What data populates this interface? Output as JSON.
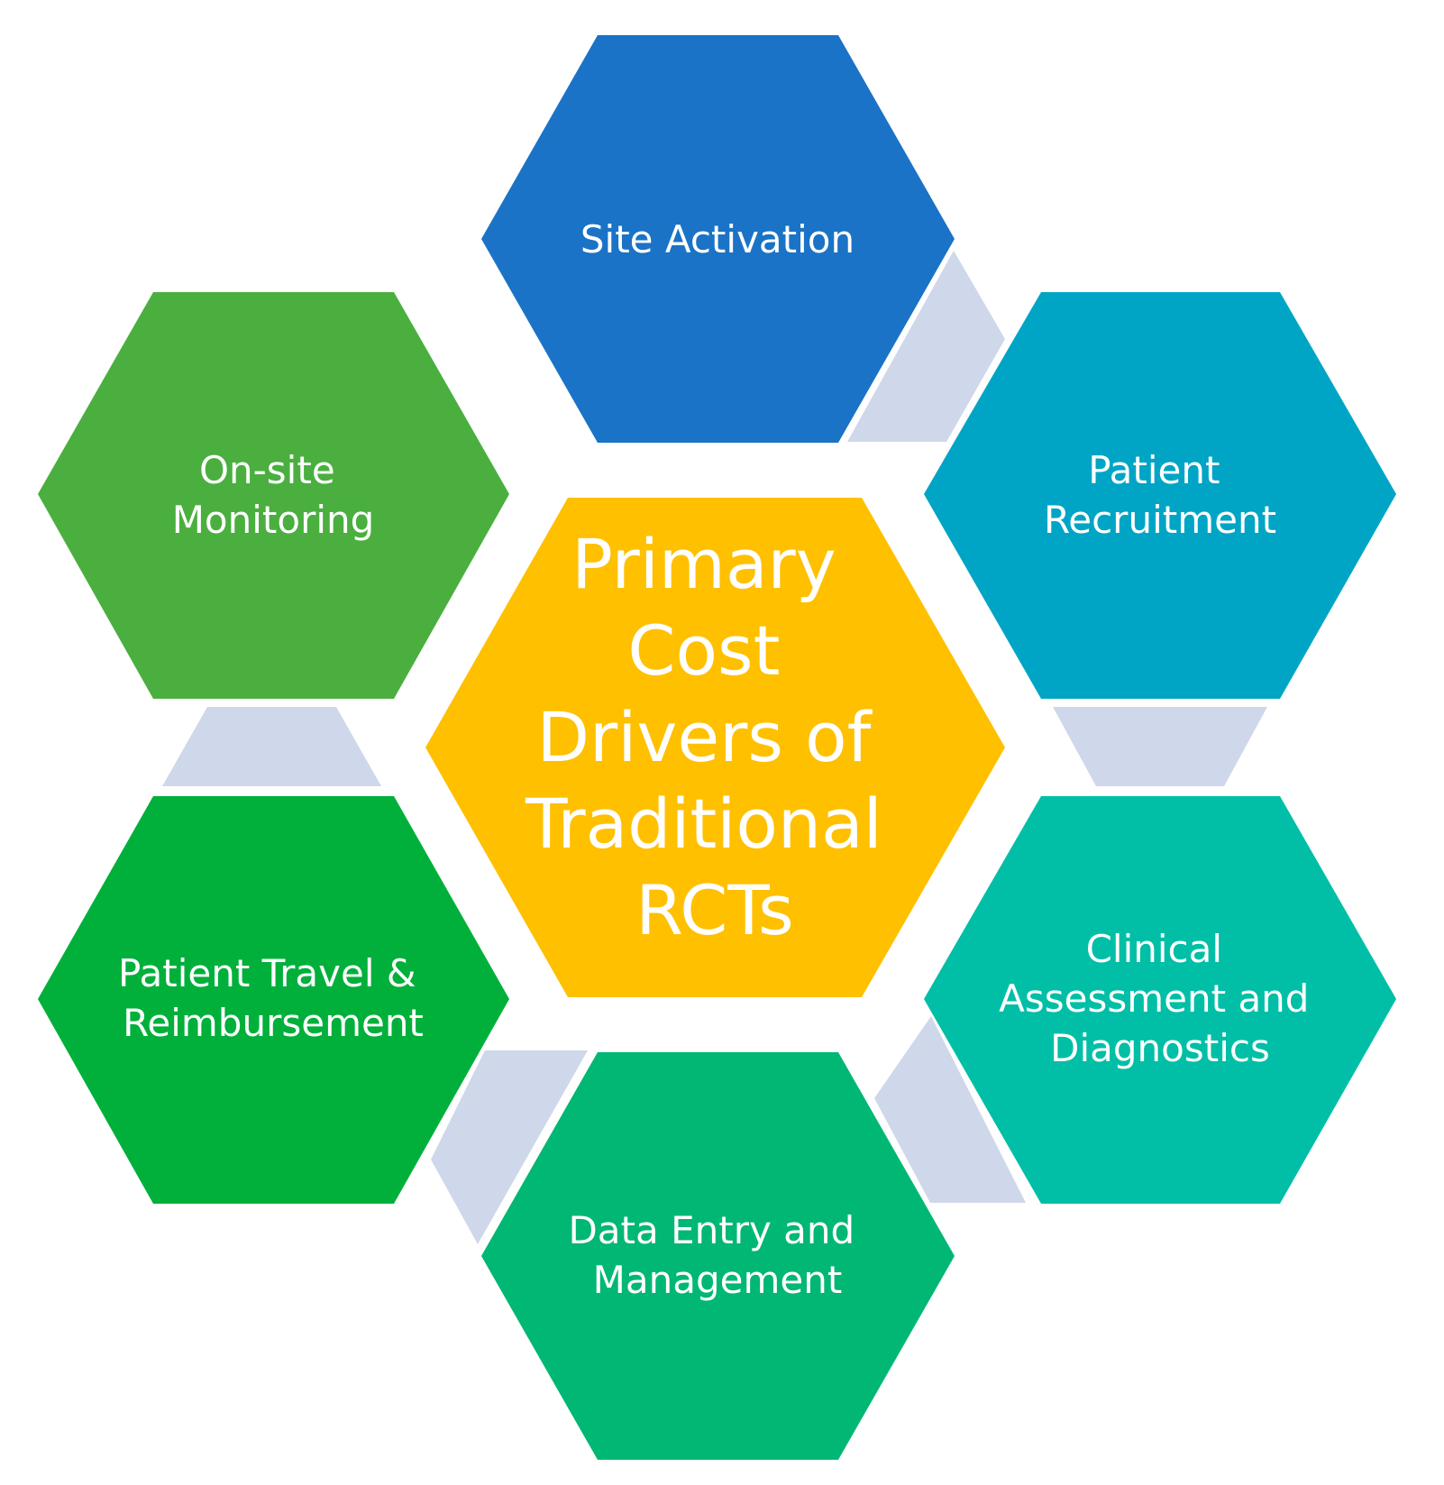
{
  "center": {
    "lines": [
      "Primary",
      "Cost",
      "Drivers of",
      "Traditional",
      "RCTs"
    ],
    "color": "#FFC000"
  },
  "drivers": [
    {
      "lines": [
        "Site Activation"
      ],
      "color": "#1A73C6"
    },
    {
      "lines": [
        "Patient",
        "Recruitment"
      ],
      "color": "#00A5C5"
    },
    {
      "lines": [
        "Clinical",
        "Assessment and",
        "Diagnostics"
      ],
      "color": "#00BFA6"
    },
    {
      "lines": [
        "Data Entry and",
        "Management"
      ],
      "color": "#00B774"
    },
    {
      "lines": [
        "Patient Travel &",
        "Reimbursement"
      ],
      "color": "#00B03A"
    },
    {
      "lines": [
        "On-site",
        "Monitoring"
      ],
      "color": "#4AAF3F"
    }
  ],
  "connector_color": "#CFD7EA"
}
